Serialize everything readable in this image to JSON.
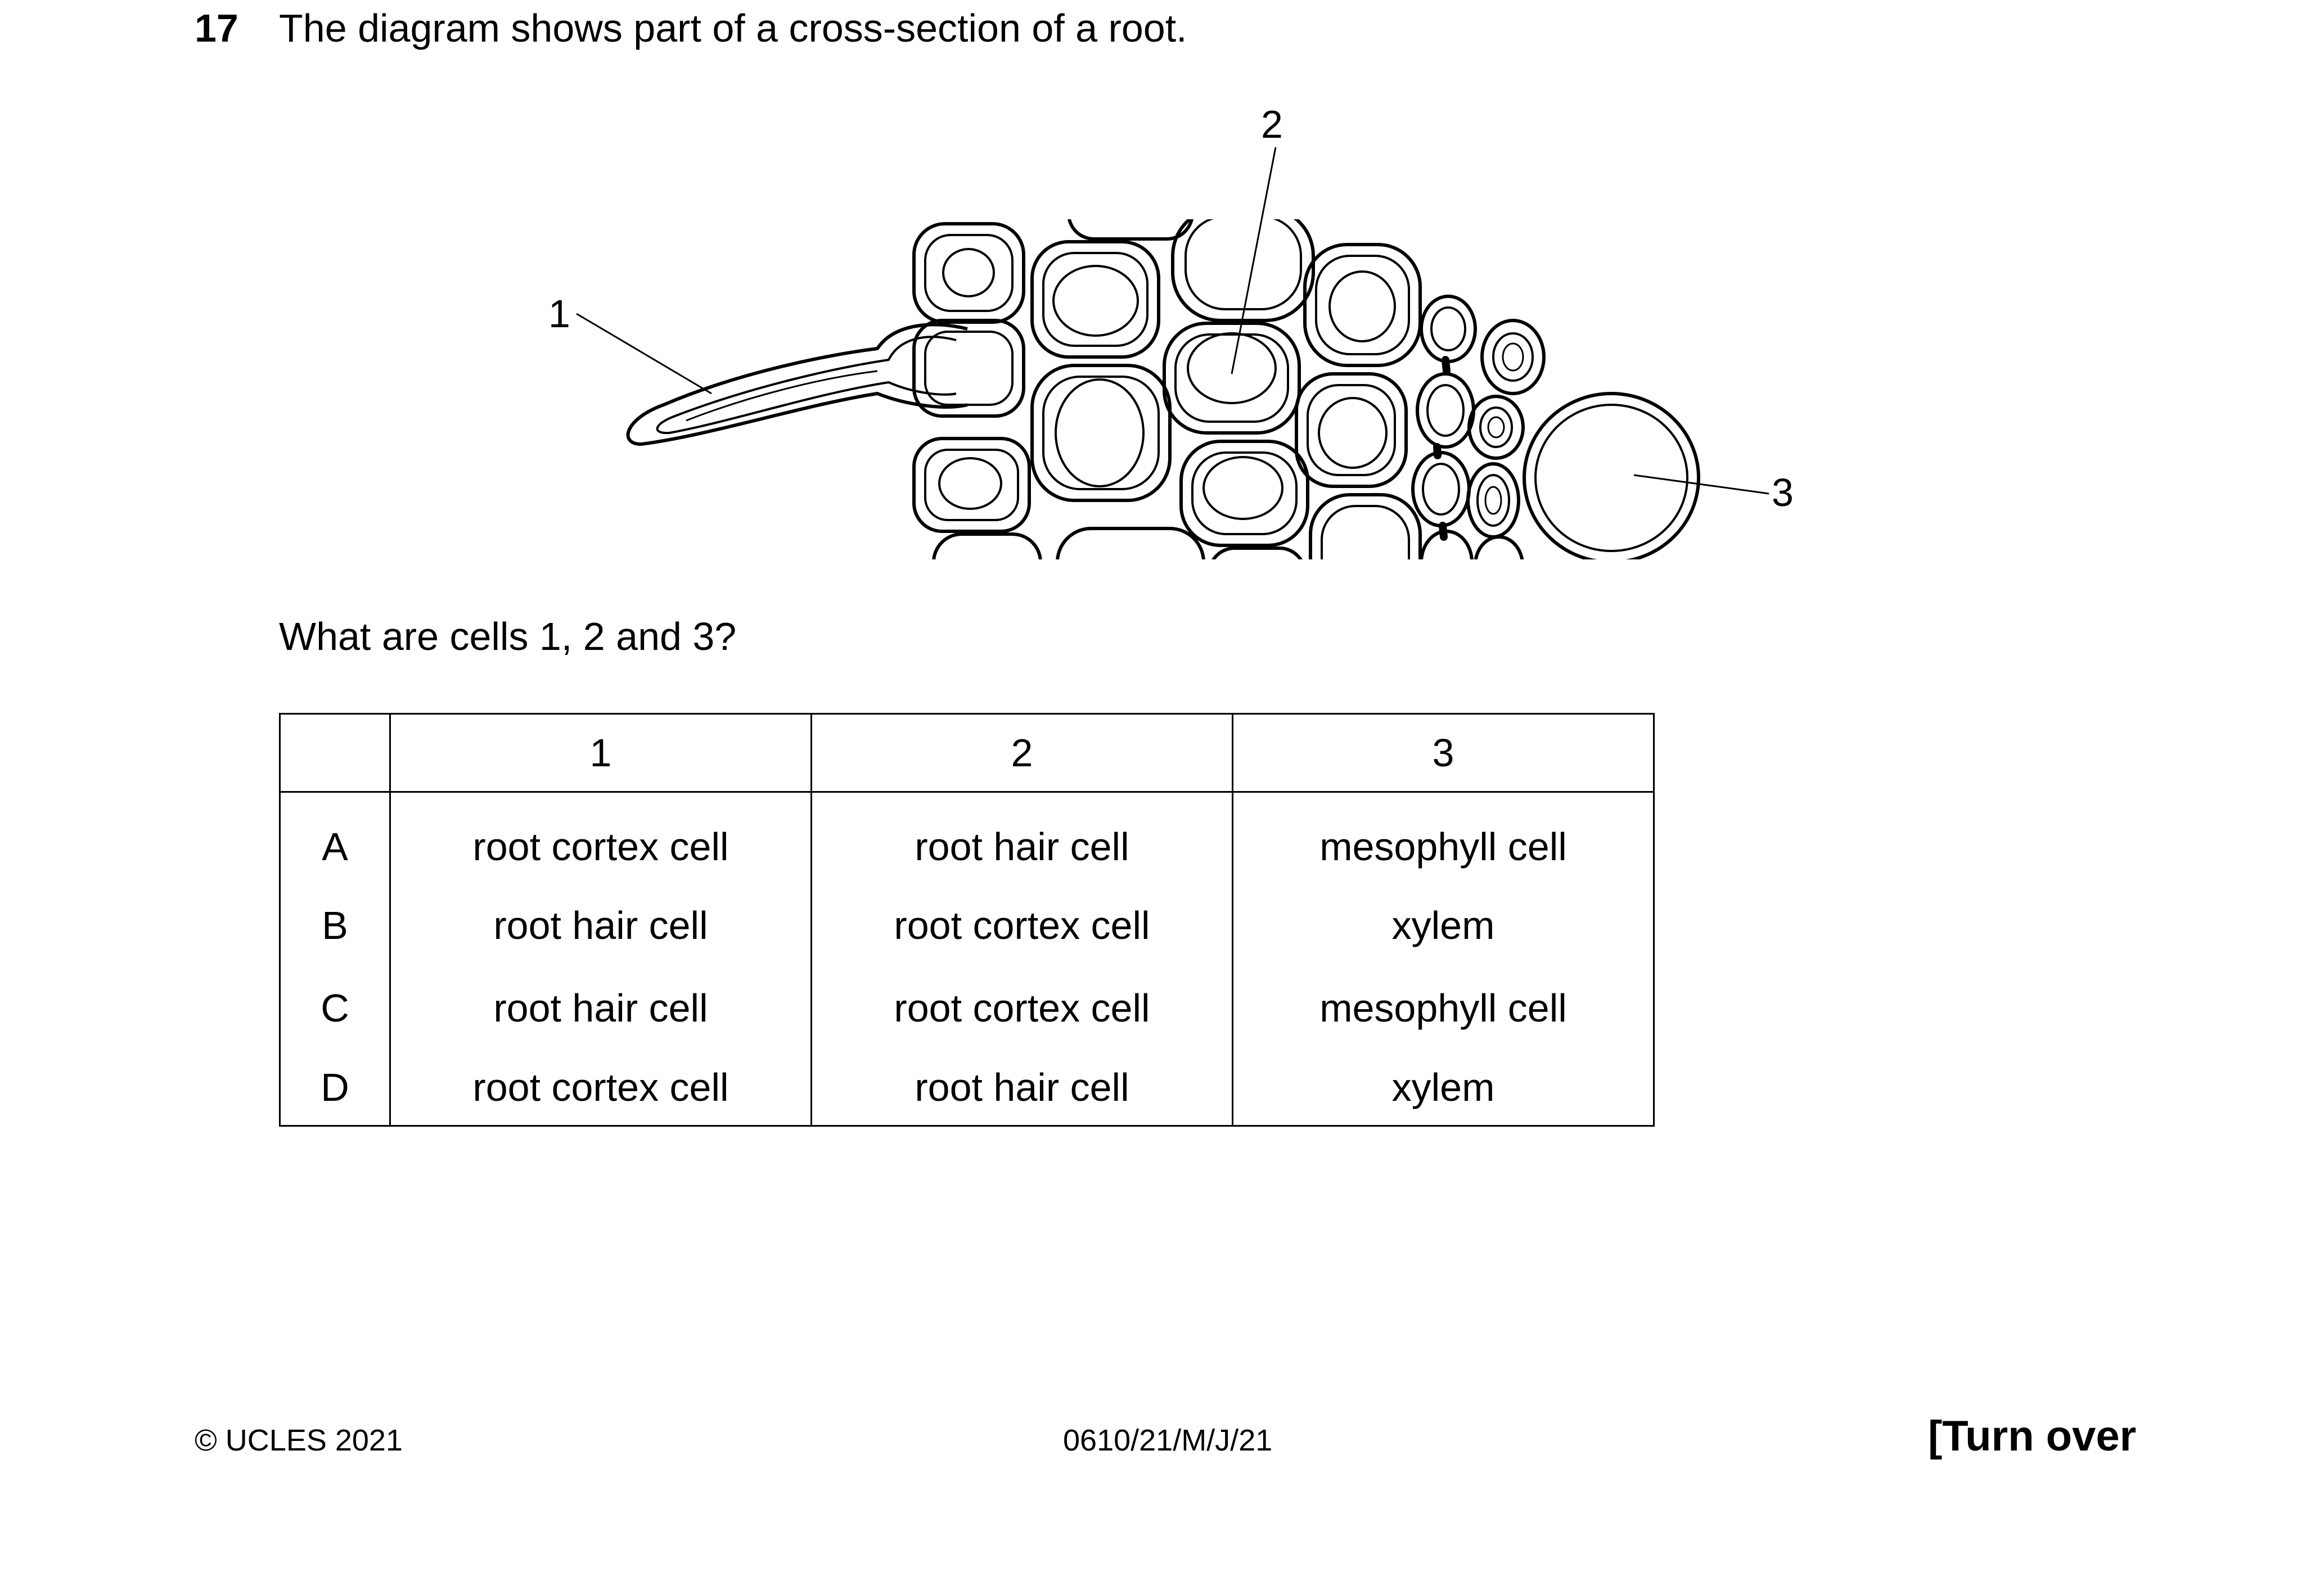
{
  "question": {
    "number": "17",
    "text": "The diagram shows part of a cross-section of a root.",
    "prompt": "What are cells 1, 2 and 3?"
  },
  "diagram": {
    "labels": [
      "1",
      "2",
      "3"
    ]
  },
  "table": {
    "headers": [
      "",
      "1",
      "2",
      "3"
    ],
    "rows": [
      {
        "letter": "A",
        "cells": [
          "root cortex cell",
          "root hair cell",
          "mesophyll cell"
        ]
      },
      {
        "letter": "B",
        "cells": [
          "root hair cell",
          "root cortex cell",
          "xylem"
        ]
      },
      {
        "letter": "C",
        "cells": [
          "root hair cell",
          "root cortex cell",
          "mesophyll cell"
        ]
      },
      {
        "letter": "D",
        "cells": [
          "root cortex cell",
          "root hair cell",
          "xylem"
        ]
      }
    ]
  },
  "footer": {
    "copyright": "© UCLES 2021",
    "code": "0610/21/M/J/21",
    "turn_over": "[Turn over"
  }
}
